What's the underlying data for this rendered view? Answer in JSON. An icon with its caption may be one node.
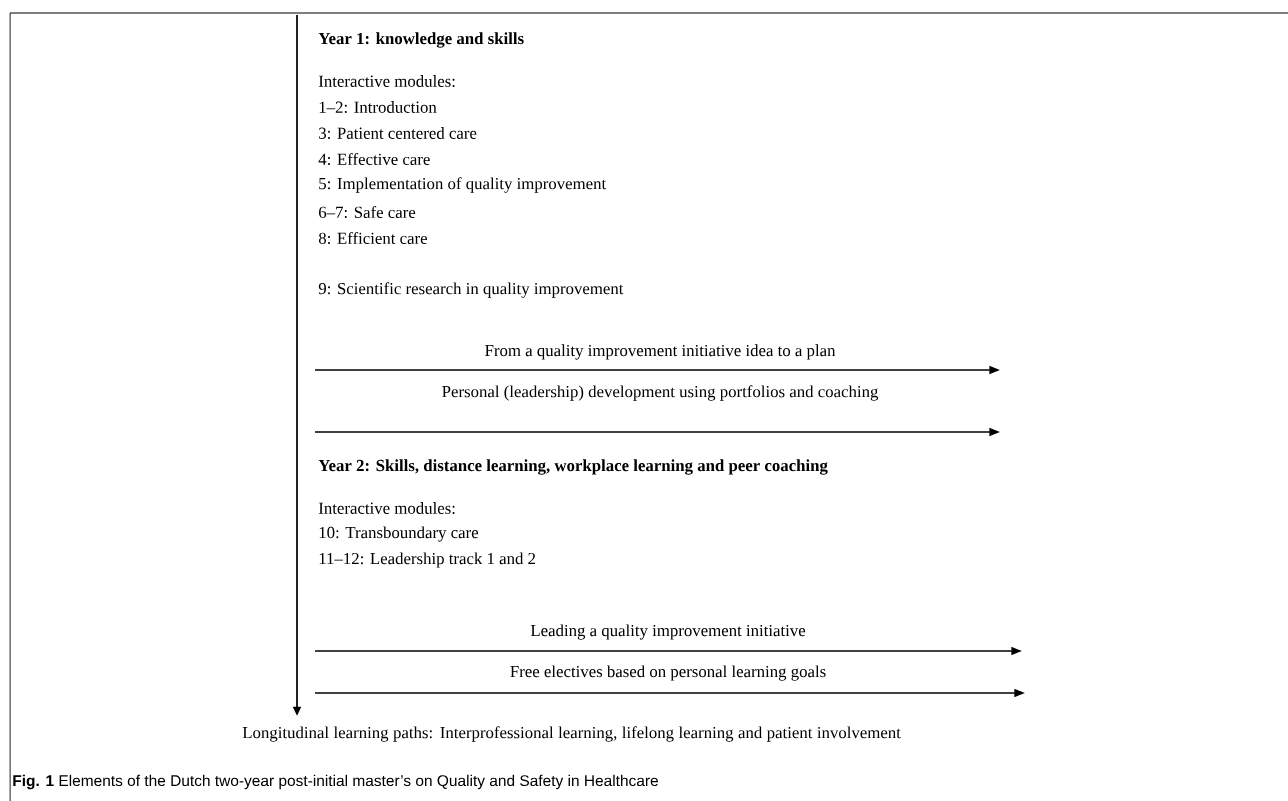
{
  "diagram": {
    "caption": "**Fig. 1** Elements of the Dutch two-year post-initial master’s on Quality and Safety in Healthcare",
    "labels": [
      "Year 1: knowledge and skills",
      "Interactive modules:",
      "1–2: Introduction",
      "3: Patient centered care",
      "4: Effective care",
      "5: Implementation of quality improvement",
      "6–7: Safe care",
      "8: Efficient care",
      "9: Scientific research in quality improvement",
      "From a quality improvement initiative idea to a plan",
      "Personal (leadership) development using portfolios and coaching",
      "Year 2: Skills, distance learning, workplace learning and peer coaching",
      "Interactive modules:",
      "10: Transboundary care",
      "11–12: Leadership track 1 and 2",
      "Leading a quality improvement initiative",
      "Free electives based on personal learning goals",
      "Longitudinal learning paths: Interprofessional learning, lifelong learning and patient involvement"
    ]
  }
}
